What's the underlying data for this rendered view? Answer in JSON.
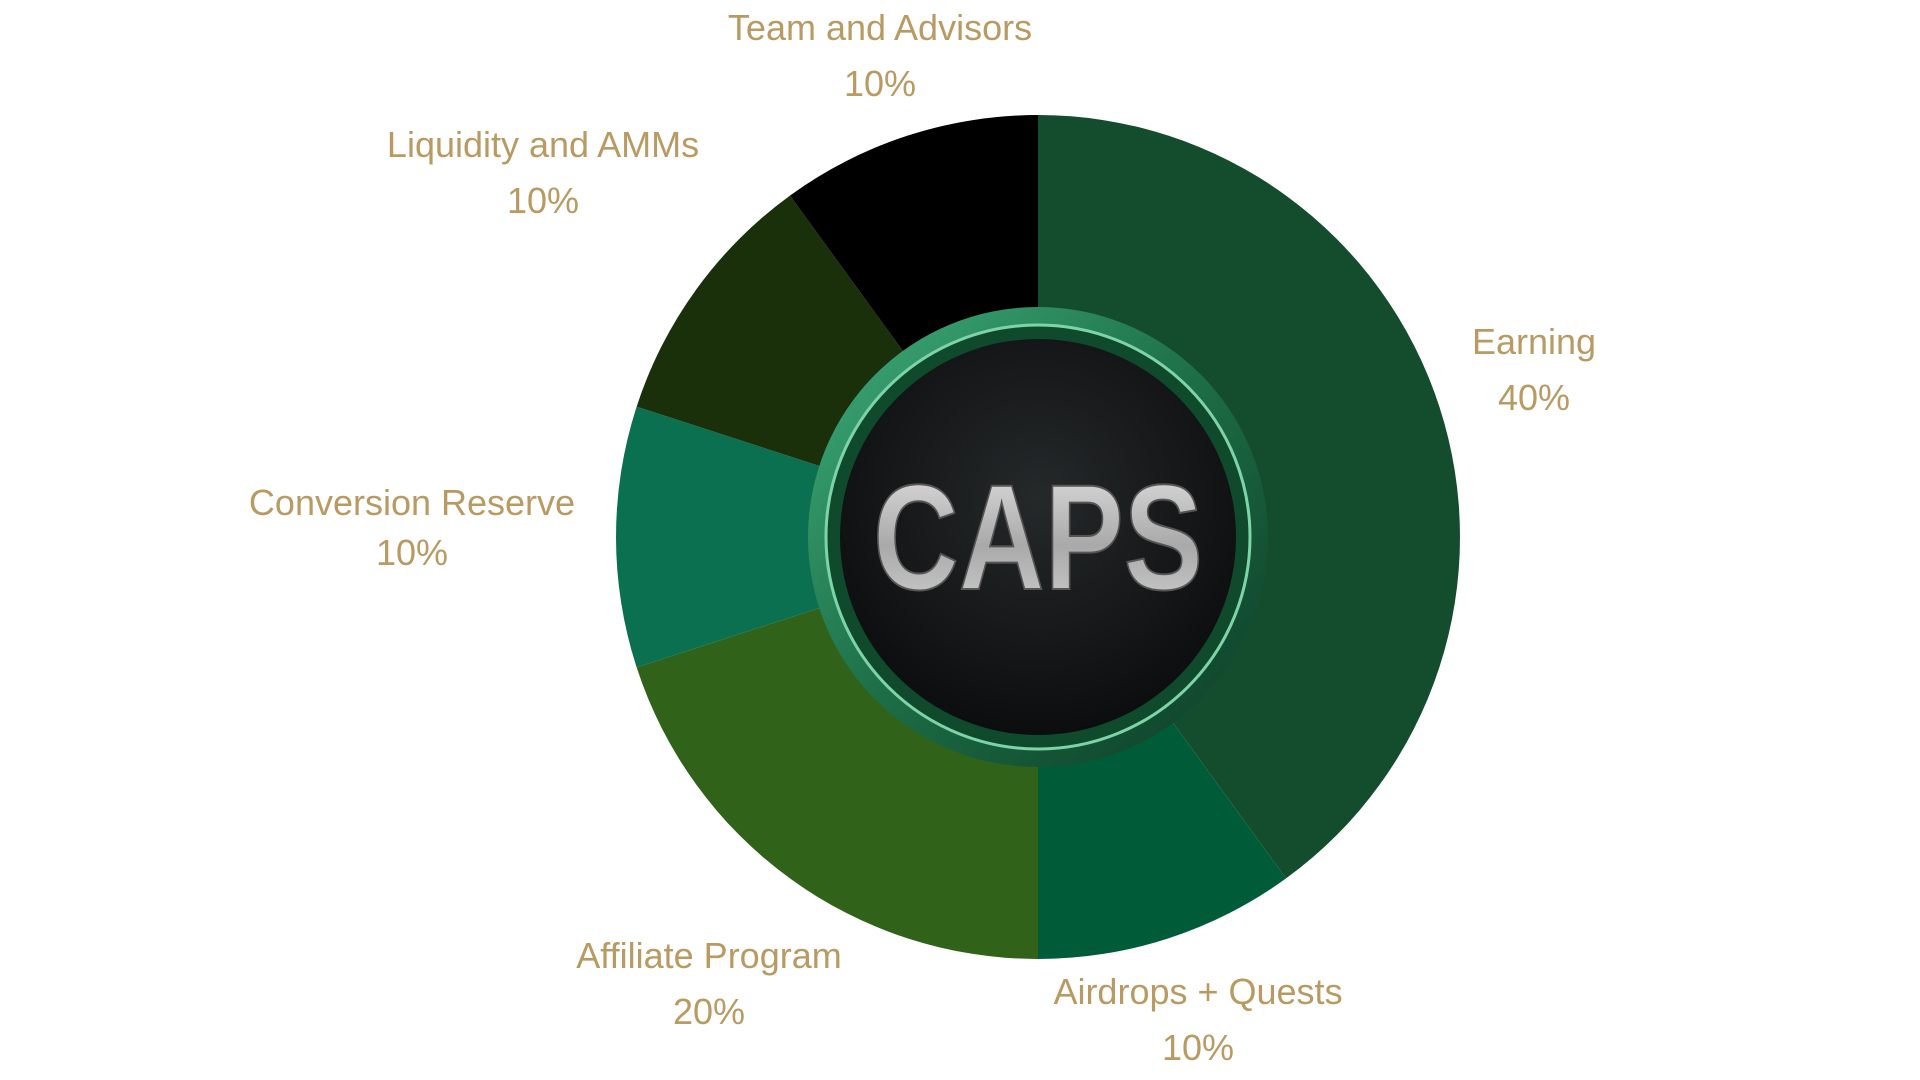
{
  "chart_data": {
    "type": "pie",
    "style": "donut",
    "title": "",
    "center_label": "CAPS",
    "slices": [
      {
        "label": "Earning",
        "value": 40,
        "display": "40%",
        "color": "#144d2e"
      },
      {
        "label": "Airdrops + Quests",
        "value": 10,
        "display": "10%",
        "color": "#005c38"
      },
      {
        "label": "Affiliate Program",
        "value": 20,
        "display": "20%",
        "color": "#30621a"
      },
      {
        "label": "Conversion Reserve",
        "value": 10,
        "display": "10%",
        "color": "#0b7050"
      },
      {
        "label": "Liquidity and AMMs",
        "value": 10,
        "display": "10%",
        "color": "#1a300b"
      },
      {
        "label": "Team and Advisors",
        "value": 10,
        "display": "10%",
        "color": "#000000"
      }
    ],
    "start_angle": "12 o'clock",
    "direction": "clockwise",
    "legend": "none (direct labels)"
  },
  "colors": {
    "label_text": "#b89a62",
    "badge_ring": "#2a8a5c",
    "badge_face": "#141617",
    "badge_text": "#c8c8c8"
  }
}
